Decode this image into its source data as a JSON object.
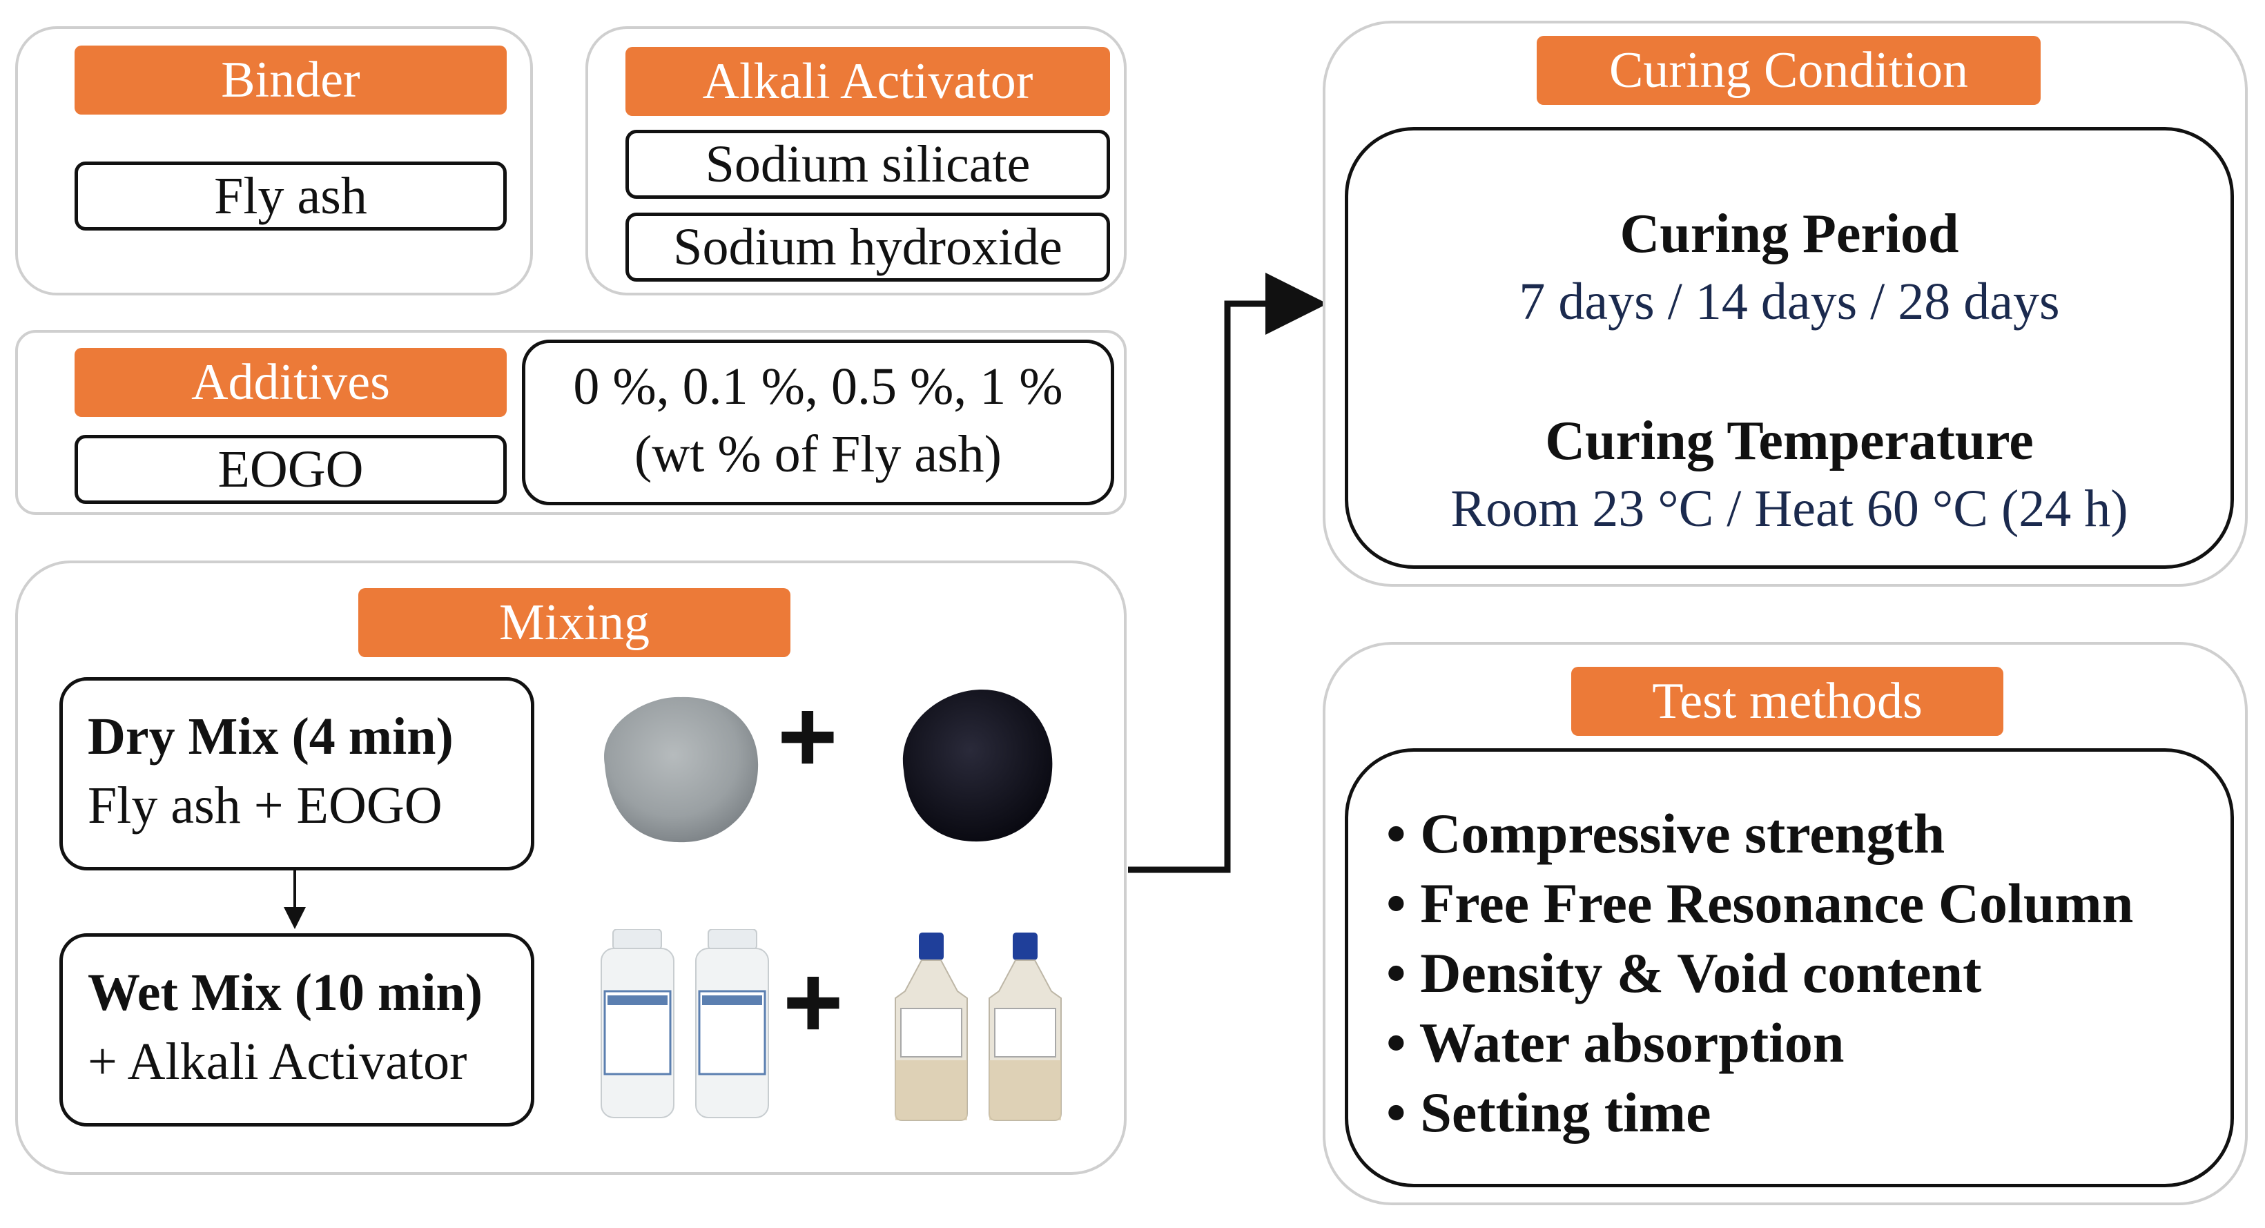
{
  "binder": {
    "tag": "Binder",
    "item": "Fly ash"
  },
  "activator": {
    "tag": "Alkali Activator",
    "items": [
      "Sodium silicate",
      "Sodium hydroxide"
    ]
  },
  "additives": {
    "tag": "Additives",
    "item": "EOGO",
    "dosage_line1": "0 %, 0.1 %, 0.5 %, 1 %",
    "dosage_line2": "(wt % of Fly ash)"
  },
  "mixing": {
    "tag": "Mixing",
    "dry_title": "Dry Mix (4 min)",
    "dry_desc": "Fly ash + EOGO",
    "wet_title": "Wet Mix (10 min)",
    "wet_desc": "+ Alkali Activator",
    "plus": "+"
  },
  "curing": {
    "tag": "Curing Condition",
    "period_title": "Curing Period",
    "period_value": "7 days / 14 days / 28 days",
    "temp_title": "Curing Temperature",
    "temp_value": "Room 23 °C / Heat 60 °C (24 h)"
  },
  "tests": {
    "tag": "Test methods",
    "items": [
      "• Compressive strength",
      "• Free Free Resonance Column",
      "• Density & Void content",
      "• Water absorption",
      "• Setting time"
    ]
  },
  "colors": {
    "accent": "#ec7a38",
    "panel_border": "#cfcfcf",
    "text": "#111111",
    "value_text": "#1b2a4e"
  }
}
